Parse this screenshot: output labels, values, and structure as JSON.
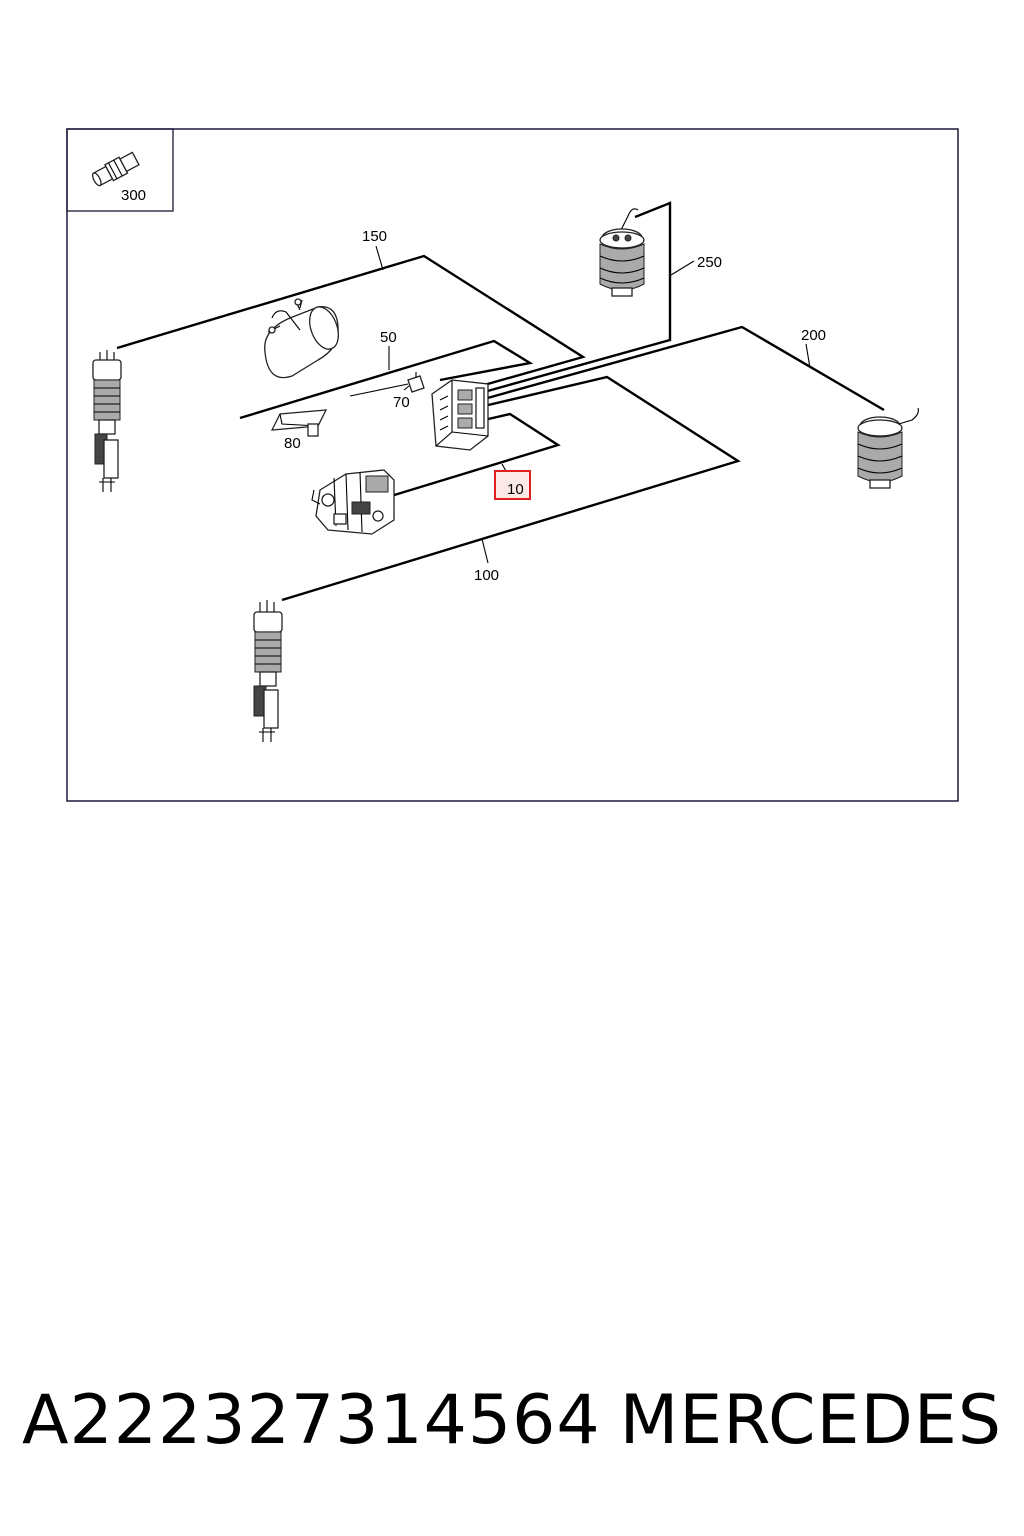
{
  "diagram": {
    "labels": {
      "p300": "300",
      "p150": "150",
      "p250": "250",
      "p50": "50",
      "p200": "200",
      "p70": "70",
      "p80": "80",
      "p10": "10",
      "p100": "100"
    },
    "highlight_color": "#e02020",
    "highlighted_part": "10"
  },
  "footer": {
    "part_number": "A222327314564",
    "brand": "MERCEDES"
  }
}
